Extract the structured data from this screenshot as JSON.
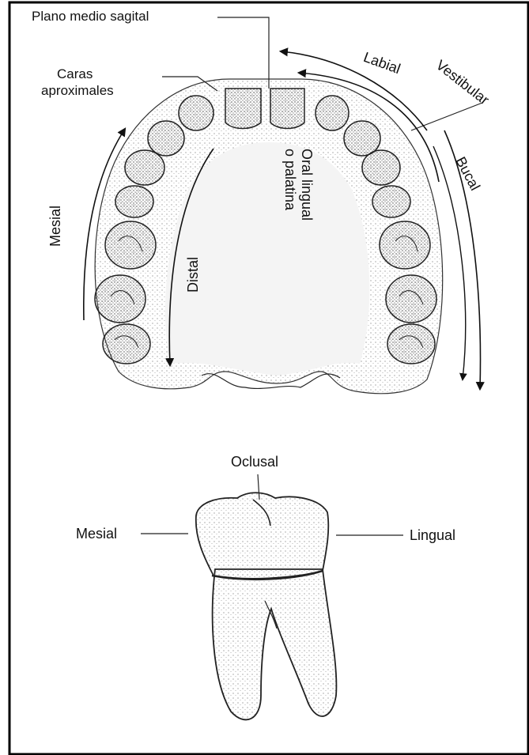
{
  "figure": {
    "upper": {
      "plano_medio_sagital": "Plano medio sagital",
      "caras_aproximales_1": "Caras",
      "caras_aproximales_2": "aproximales",
      "labial": "Labial",
      "vestibular": "Vestibular",
      "bucal": "Bucal",
      "mesial": "Mesial",
      "distal": "Distal",
      "oral_1": "Oral lingual",
      "oral_2": "o palatina"
    },
    "lower": {
      "oclusal": "Oclusal",
      "mesial": "Mesial",
      "lingual": "Lingual"
    }
  },
  "colors": {
    "ink": "#111111",
    "paper": "#ffffff",
    "border": "#000000",
    "stipple": "#6d6d6d"
  }
}
